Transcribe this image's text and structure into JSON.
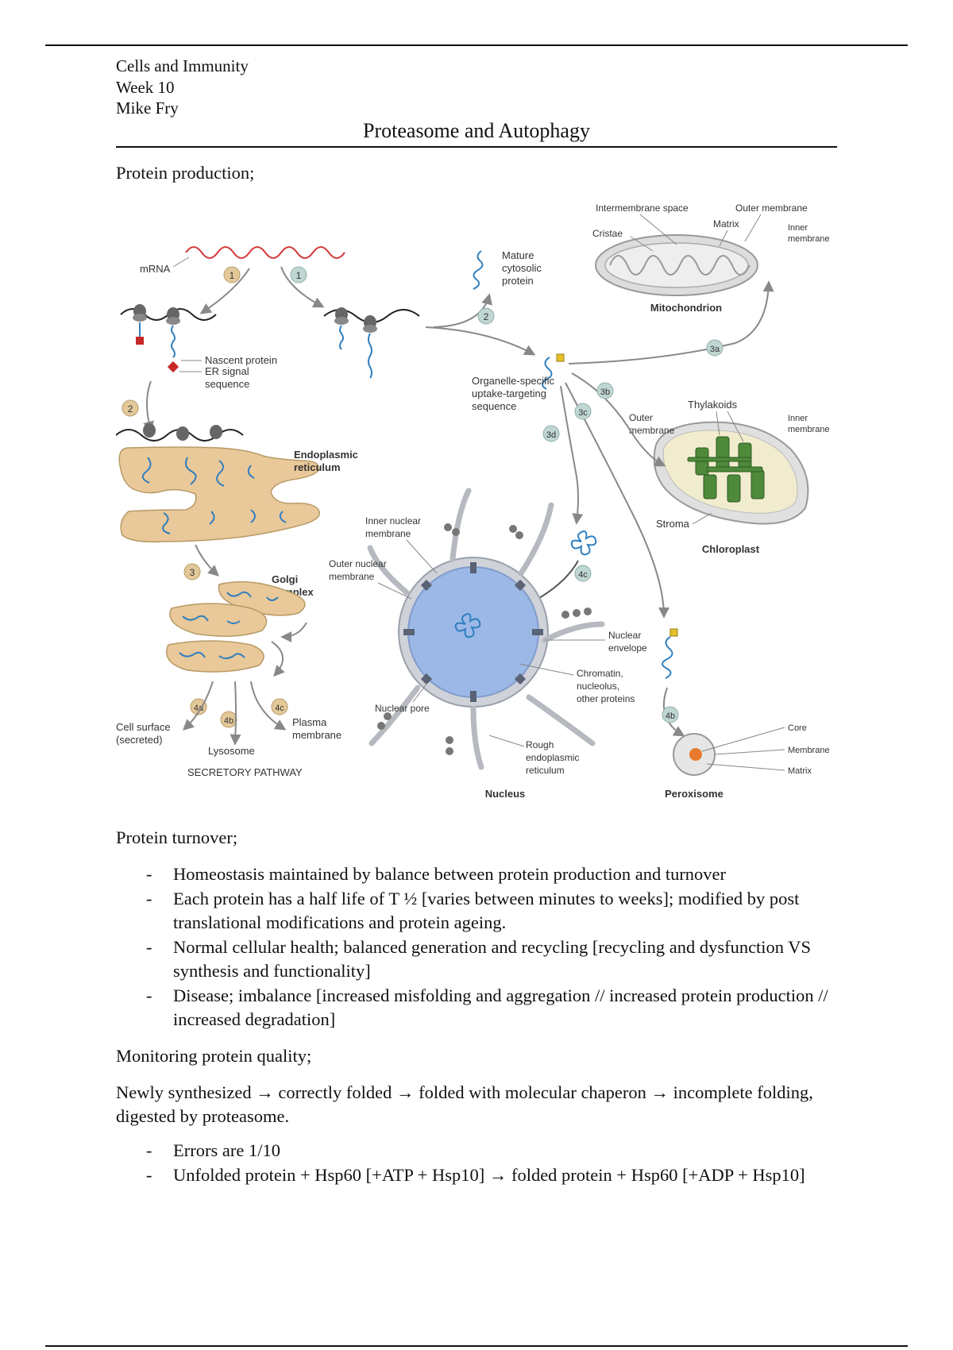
{
  "header": {
    "course": "Cells and Immunity",
    "week": "Week 10",
    "author": "Mike Fry",
    "title": "Proteasome and Autophagy"
  },
  "sections": {
    "production": "Protein production;",
    "turnover": "Protein turnover;",
    "quality": "Monitoring protein quality;"
  },
  "figure": {
    "labels": {
      "mrna": "mRNA",
      "nascent": "Nascent protein",
      "er_signal_1": "ER signal",
      "er_signal_2": "sequence",
      "er_1": "Endoplasmic",
      "er_2": "reticulum",
      "golgi_1": "Golgi",
      "golgi_2": "complex",
      "cell_surface_1": "Cell surface",
      "cell_surface_2": "(secreted)",
      "lysosome": "Lysosome",
      "plasma_1": "Plasma",
      "plasma_2": "membrane",
      "secretory": "SECRETORY PATHWAY",
      "mature_1": "Mature",
      "mature_2": "cytosolic",
      "mature_3": "protein",
      "organelle_1": "Organelle-specific",
      "organelle_2": "uptake-targeting",
      "organelle_3": "sequence",
      "intermembrane": "Intermembrane space",
      "outer_membrane_mito": "Outer membrane",
      "cristae": "Cristae",
      "matrix": "Matrix",
      "inner_1": "Inner",
      "inner_2": "membrane",
      "mitochondrion": "Mitochondrion",
      "outer_1": "Outer",
      "outer_2": "membrane",
      "thylakoids": "Thylakoids",
      "stroma": "Stroma",
      "chloroplast": "Chloroplast",
      "inner_nuclear_1": "Inner nuclear",
      "inner_nuclear_2": "membrane",
      "outer_nuclear_1": "Outer nuclear",
      "outer_nuclear_2": "membrane",
      "nuclear_env_1": "Nuclear",
      "nuclear_env_2": "envelope",
      "chromatin_1": "Chromatin,",
      "chromatin_2": "nucleolus,",
      "chromatin_3": "other proteins",
      "nuclear_pore": "Nuclear pore",
      "rough_1": "Rough",
      "rough_2": "endoplasmic",
      "rough_3": "reticulum",
      "nucleus": "Nucleus",
      "core": "Core",
      "membrane_px": "Membrane",
      "matrix_px": "Matrix",
      "peroxisome": "Peroxisome"
    },
    "steps": {
      "s1": "1",
      "s2": "2",
      "s3": "3",
      "s3a": "3a",
      "s3b": "3b",
      "s3c": "3c",
      "s3d": "3d",
      "s4a": "4a",
      "s4b": "4b",
      "s4c": "4c"
    },
    "colors": {
      "er_fill": "#e9c89a",
      "protein_blue": "#2f7fbf",
      "mrna_red": "#d33a3a",
      "nucleus_fill": "#9bb8e6",
      "chloroplast_green": "#4f8a3b",
      "step_tan": "#e3c99a",
      "step_teal": "#bfd6d2"
    }
  },
  "turnover_bullets": [
    "Homeostasis maintained by balance between protein production and turnover",
    "Each protein has a half life of T ½ [varies between minutes to weeks]; modified by post translational modifications and protein ageing.",
    "Normal cellular health; balanced generation and recycling [recycling and dysfunction VS synthesis and functionality]",
    "Disease; imbalance [increased misfolding and aggregation // increased protein production // increased degradation]"
  ],
  "quality_paragraph": "Newly synthesized → correctly folded → folded with molecular chaperon → incomplete folding, digested by proteasome.",
  "quality_bullets": [
    "Errors are 1/10",
    "Unfolded protein + Hsp60 [+ATP + Hsp10] → folded protein + Hsp60 [+ADP + Hsp10]"
  ]
}
